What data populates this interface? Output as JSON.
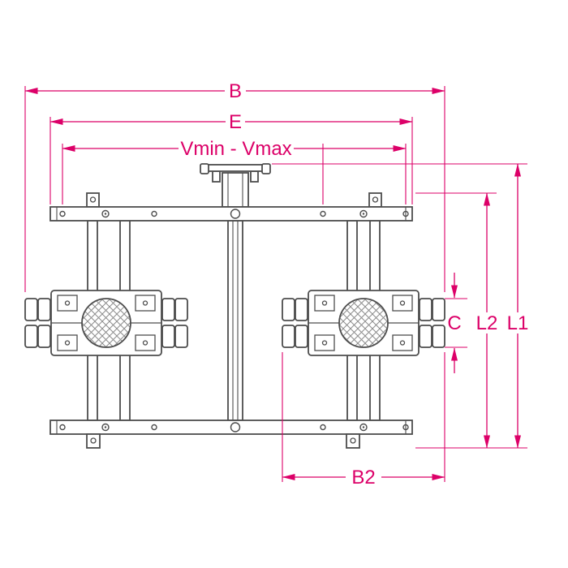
{
  "diagram": {
    "type": "technical-dimension-drawing",
    "subject": "transport-skate-dolly-system-top-view",
    "labels": {
      "b": "B",
      "e": "E",
      "v_range": "Vmin - Vmax",
      "c": "C",
      "l2": "L2",
      "l1": "L1",
      "b2": "B2"
    },
    "colors": {
      "dimension": "#dc0068",
      "drawing": "#4d4d4d",
      "background": "#ffffff"
    }
  }
}
